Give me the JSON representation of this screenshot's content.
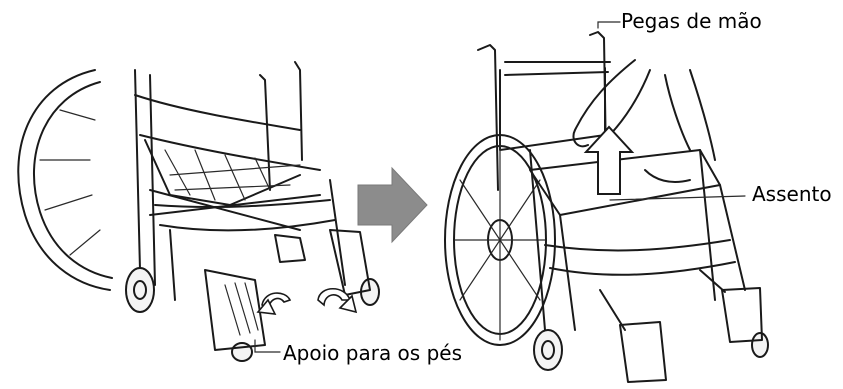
{
  "labels": {
    "hand_grips": "Pegas de mão",
    "seat": "Assento",
    "footrests": "Apoio para os pés"
  },
  "colors": {
    "ink": "#1a1a1a",
    "arrow": "#8c8c8c",
    "background": "#ffffff"
  },
  "icons": {
    "process_arrow": "right-arrow-icon",
    "lift_arrow": "up-arrow-icon",
    "fold_arrows": "curved-arrows-icon"
  }
}
